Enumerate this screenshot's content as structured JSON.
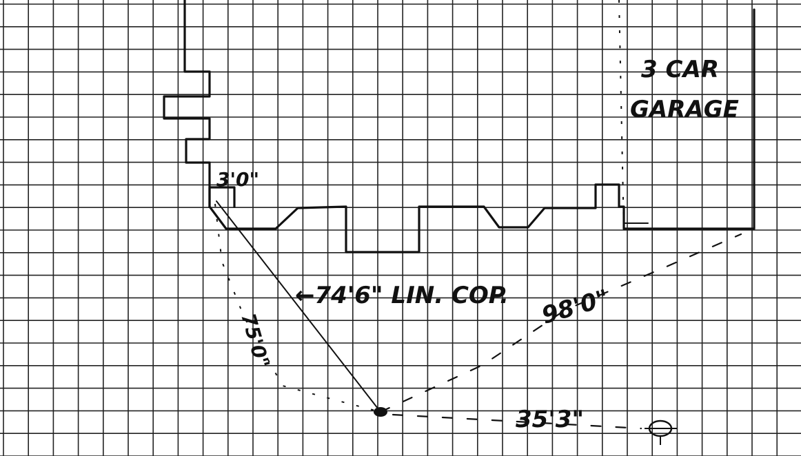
{
  "labels": {
    "garage_line1": "3 CAR",
    "garage_line2": "GARAGE",
    "dim_top_left": "3'0\"",
    "dim_center": "←74'6\" LIN. COP.",
    "dim_diagonal_left": "75'0\"",
    "dim_diagonal_right": "98'0\"",
    "dim_bottom": "35'3\""
  },
  "icons": [
    "pool-pump-symbol",
    "ground-post-marker"
  ],
  "colors": {
    "ink": "#111111",
    "paper": "#ffffff"
  }
}
